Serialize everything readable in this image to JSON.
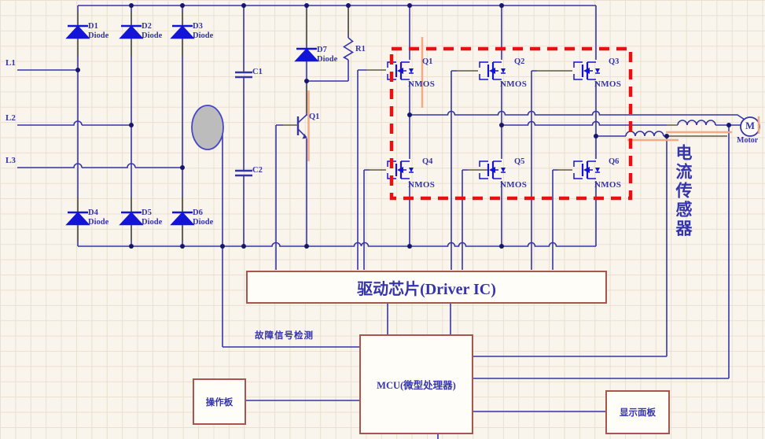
{
  "schematic": {
    "colors": {
      "wire": "#3535a8",
      "component_blue": "#1414d8",
      "highlight_orange": "#f2a87e",
      "selection_dash_red": "#e81010",
      "block_border": "#a8554e",
      "background": "#faf5ec"
    },
    "ac_inputs": [
      {
        "label": "L1"
      },
      {
        "label": "L2"
      },
      {
        "label": "L3"
      }
    ],
    "rectifier_diodes": [
      {
        "ref": "D1",
        "type": "Diode"
      },
      {
        "ref": "D2",
        "type": "Diode"
      },
      {
        "ref": "D3",
        "type": "Diode"
      },
      {
        "ref": "D4",
        "type": "Diode"
      },
      {
        "ref": "D5",
        "type": "Diode"
      },
      {
        "ref": "D6",
        "type": "Diode"
      }
    ],
    "dc_link": {
      "capacitor1": "C1",
      "capacitor2": "C2",
      "resistor": "R1",
      "diode_ref": "D7",
      "diode_type": "Diode",
      "transistor": "Q1"
    },
    "inverter": {
      "fets": [
        {
          "ref": "Q1",
          "type": "NMOS"
        },
        {
          "ref": "Q2",
          "type": "NMOS"
        },
        {
          "ref": "Q3",
          "type": "NMOS"
        },
        {
          "ref": "Q4",
          "type": "NMOS"
        },
        {
          "ref": "Q5",
          "type": "NMOS"
        },
        {
          "ref": "Q6",
          "type": "NMOS"
        }
      ]
    },
    "motor": {
      "symbol": "M",
      "label": "Motor"
    },
    "current_sensor": {
      "label": "电流传感器"
    },
    "fault_signal": {
      "label": "故障信号检测"
    },
    "blocks": {
      "driver_ic": "驱动芯片(Driver IC)",
      "mcu": "MCU(微型处理器)",
      "operation_panel": "操作板",
      "display_panel": "显示面板"
    }
  }
}
